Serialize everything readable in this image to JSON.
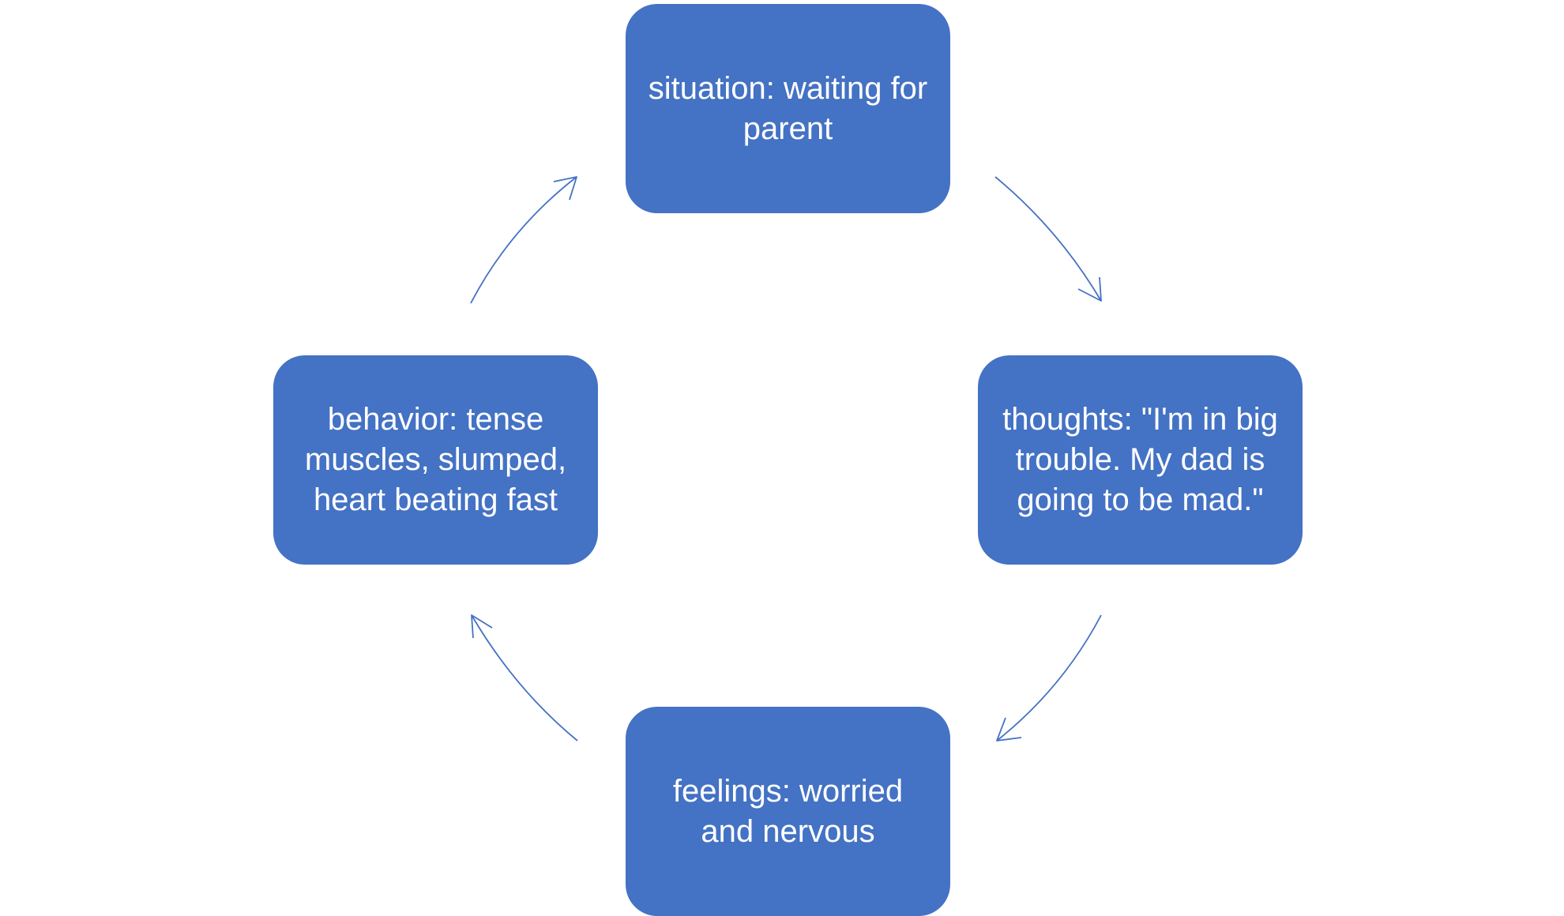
{
  "colors": {
    "node_fill": "#4472C4",
    "node_text": "#FFFFFF",
    "arrow": "#4472C4",
    "background": "#FFFFFF"
  },
  "cycle": {
    "nodes": [
      {
        "id": "situation",
        "label": "situation: waiting for parent"
      },
      {
        "id": "thoughts",
        "label": "thoughts: \"I'm in big trouble. My dad is going to be mad.\""
      },
      {
        "id": "feelings",
        "label": "feelings: worried and nervous"
      },
      {
        "id": "behavior",
        "label": "behavior: tense muscles, slumped, heart beating fast"
      }
    ],
    "arrows": [
      {
        "from": "situation",
        "to": "thoughts"
      },
      {
        "from": "thoughts",
        "to": "feelings"
      },
      {
        "from": "feelings",
        "to": "behavior"
      },
      {
        "from": "behavior",
        "to": "situation"
      }
    ]
  }
}
